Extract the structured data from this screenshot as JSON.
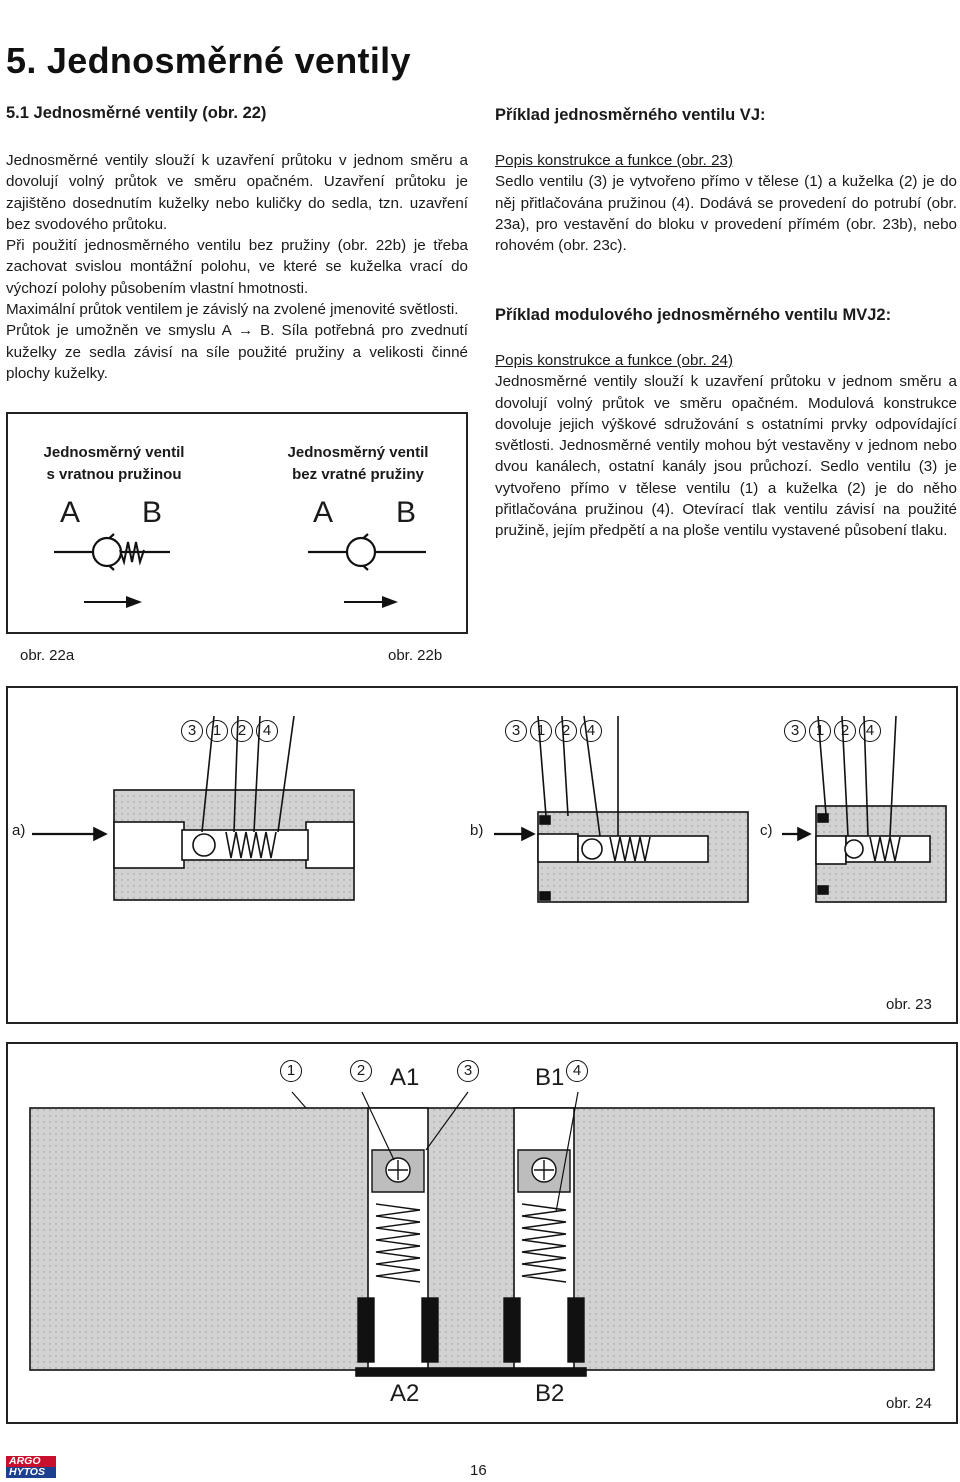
{
  "heading": "5. Jednosměrné ventily",
  "section1": {
    "title": "5.1  Jednosměrné ventily (obr. 22)",
    "paragraphs": [
      "Jednosměrné ventily slouží k uzavření průtoku v jednom směru a dovolují volný průtok ve směru opačném. Uzavření průtoku je zajištěno dosednutím kuželky nebo kuličky do sedla, tzn. uzavření bez svodového průtoku.",
      "Při použití jednosměrného ventilu bez pružiny (obr. 22b) je třeba zachovat svislou montážní polohu, ve které se kuželka vrací do výchozí polohy působením vlastní hmotnosti.",
      "Maximální průtok ventilem je závislý na zvolené jmenovité světlosti.",
      "Průtok je umožněn ve smyslu A → B. Síla potřebná pro zvednutí kuželky ze sedla závisí na síle použité pružiny a velikosti činné plochy kuželky."
    ]
  },
  "symbols": {
    "left_title": [
      "Jednosměrný ventil",
      "s vratnou pružinou"
    ],
    "right_title": [
      "Jednosměrný ventil",
      "bez vratné pružiny"
    ],
    "port_a": "A",
    "port_b": "B",
    "caption_a": "obr. 22a",
    "caption_b": "obr. 22b"
  },
  "vj": {
    "title": "Příklad jednosměrného ventilu VJ:",
    "subtitle": "Popis konstrukce a funkce (obr. 23)",
    "text": "Sedlo ventilu (3) je vytvořeno přímo v tělese (1) a kuželka (2) je do něj přitlačována pružinou (4). Dodává se provedení do potrubí (obr. 23a), pro vestavění do bloku v provedení přímém (obr. 23b), nebo rohovém (obr. 23c)."
  },
  "mvj2": {
    "title": "Příklad modulového jednosměrného ventilu MVJ2:",
    "subtitle": "Popis konstrukce a funkce (obr. 24)",
    "text": "Jednosměrné ventily slouží k uzavření průtoku v jednom směru a dovolují volný průtok ve směru opačném. Modulová konstrukce dovoluje jejich výškové sdružování s ostatními prvky odpovídající světlosti. Jednosměrné ventily mohou být vestavěny v jednom nebo dvou kanálech, ostatní kanály jsou průchozí. Sedlo ventilu (3) je vytvořeno přímo v tělese ventilu (1) a kuželka (2) je do něho přitlačována pružinou (4). Otevírací tlak ventilu závisí na použité pružině, jejím předpětí a na ploše ventilu vystavené působení tlaku."
  },
  "fig23": {
    "callouts": [
      "3",
      "1",
      "2",
      "4"
    ],
    "label_a": "a)",
    "label_b": "b)",
    "label_c": "c)",
    "caption": "obr. 23"
  },
  "fig24": {
    "callouts": [
      "1",
      "2",
      "3",
      "4"
    ],
    "port_a1": "A1",
    "port_b1": "B1",
    "port_a2": "A2",
    "port_b2": "B2",
    "caption": "obr. 24"
  },
  "footer": {
    "logo_top": "ARGO",
    "logo_bottom": "HYTOS",
    "page_number": "16"
  }
}
